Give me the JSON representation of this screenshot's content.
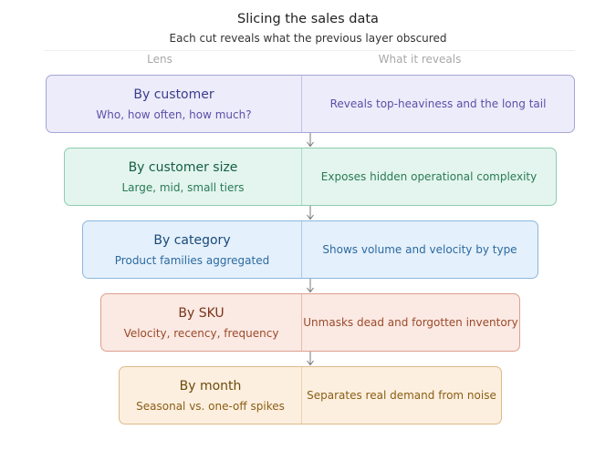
{
  "header": {
    "title": "Slicing the sales data",
    "subtitle": "Each cut reveals what the previous layer obscured"
  },
  "columns": {
    "lens": "Lens",
    "reveals": "What it reveals"
  },
  "layers": [
    {
      "title": "By customer",
      "subtitle": "Who, how often, how much?",
      "reveals": "Reveals top-heaviness and the long tail"
    },
    {
      "title": "By customer size",
      "subtitle": "Large, mid, small tiers",
      "reveals": "Exposes hidden operational complexity"
    },
    {
      "title": "By category",
      "subtitle": "Product families aggregated",
      "reveals": "Shows volume and velocity by type"
    },
    {
      "title": "By SKU",
      "subtitle": "Velocity, recency, frequency",
      "reveals": "Unmasks dead and forgotten inventory"
    },
    {
      "title": "By month",
      "subtitle": "Seasonal vs. one-off spikes",
      "reveals": "Separates real demand from noise"
    }
  ],
  "colors": {
    "customer": "#ececfa",
    "customer_size": "#e3f5ee",
    "category": "#e4f0fb",
    "sku": "#fbe9e3",
    "month": "#fcefdf",
    "arrow": "#777777"
  },
  "icons": {
    "connector": "arrow-down-icon"
  }
}
